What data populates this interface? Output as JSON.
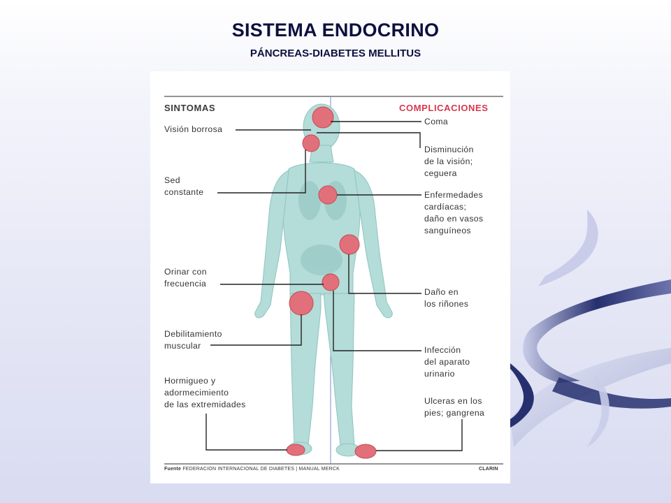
{
  "slide": {
    "title": "SISTEMA ENDOCRINO",
    "subtitle": "PÁNCREAS-DIABETES MELLITUS"
  },
  "diagram": {
    "heading_left": "SINTOMAS",
    "heading_right": "COMPLICACIONES",
    "symptoms": [
      "Visión borrosa",
      "Sed\nconstante",
      "Orinar con\nfrecuencia",
      "Debilitamiento\nmuscular",
      "Hormigueo y\nadormecimiento\nde las extremidades"
    ],
    "complications": [
      "Coma",
      "Disminución\nde la visión;\nceguera",
      "Enfermedades\ncardíacas;\ndaño en vasos\nsanguíneos",
      "Daño en\nlos riñones",
      "Infección\ndel aparato\nurinario",
      "Ulceras en los\npies; gangrena"
    ],
    "footer": {
      "source_label": "Fuente",
      "source_text": "FEDERACION INTERNACIONAL DE DIABETES  |  MANUAL MERCK",
      "credit": "CLARIN"
    },
    "colors": {
      "body": "#b4dcd8",
      "body_shade": "#8fc4c0",
      "organ": "#e2707a",
      "complication_heading": "#d6384f",
      "decor_swoosh": "#27306f"
    }
  }
}
